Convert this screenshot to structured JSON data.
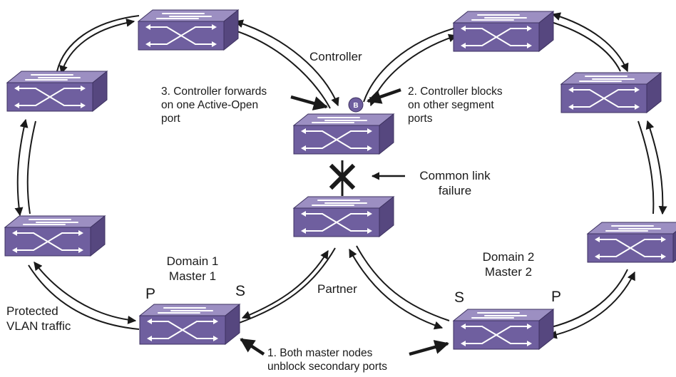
{
  "labels": {
    "controller": "Controller",
    "step3_line1": "3. Controller forwards",
    "step3_line2": "on one Active-Open",
    "step3_line3": "port",
    "step2_line1": "2. Controller blocks",
    "step2_line2": "on other segment",
    "step2_line3": "ports",
    "common_link_line1": "Common link",
    "common_link_line2": "failure",
    "domain1_line1": "Domain 1",
    "domain1_line2": "Master 1",
    "domain2_line1": "Domain 2",
    "domain2_line2": "Master 2",
    "partner": "Partner",
    "protected_line1": "Protected",
    "protected_line2": "VLAN traffic",
    "step1_line1": "1. Both master nodes",
    "step1_line2": "unblock secondary ports",
    "port_p_left": "P",
    "port_s_left": "S",
    "port_s_right": "S",
    "port_p_right": "P",
    "block_marker": "B"
  },
  "colors": {
    "switch_top": "#9c8fc2",
    "switch_front": "#6f5f9f",
    "switch_side": "#56477f",
    "ring": "#1a1a1a",
    "failure_x": "#1a1a1a"
  }
}
